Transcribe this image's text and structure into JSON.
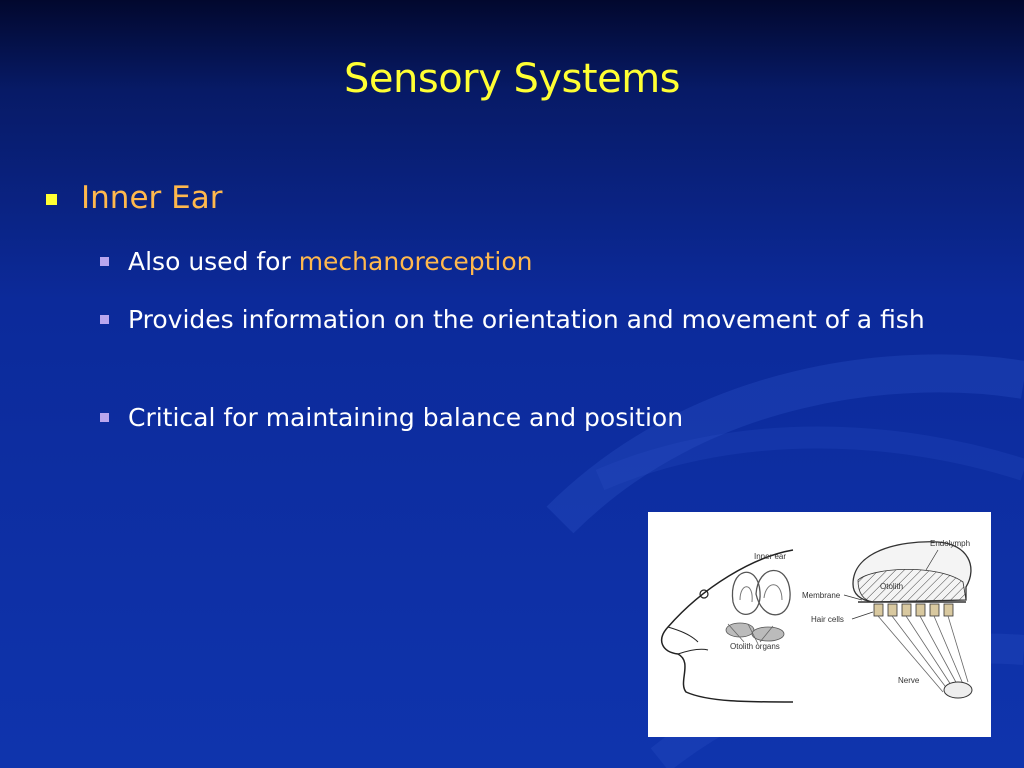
{
  "slide": {
    "title": "Sensory Systems",
    "level1": {
      "label": "Inner Ear"
    },
    "level2": [
      {
        "text": "Also used for ",
        "highlight": "mechanoreception"
      },
      {
        "text": "Provides information on the orientation and movement of a fish"
      },
      {
        "text": "Critical for maintaining balance and position"
      }
    ]
  },
  "figure": {
    "labels": {
      "inner_ear": "Inner ear",
      "otolith_organs": "Otolith organs",
      "endolymph": "Endolymph",
      "otolith": "Otolith",
      "membrane": "Membrane",
      "hair_cells": "Hair cells",
      "nerve": "Nerve"
    }
  },
  "colors": {
    "title": "#ffff33",
    "level1_text": "#ffb84d",
    "level2_text": "#ffffff",
    "highlight": "#ffb84d",
    "level2_bullet": "#b9a6ee"
  }
}
